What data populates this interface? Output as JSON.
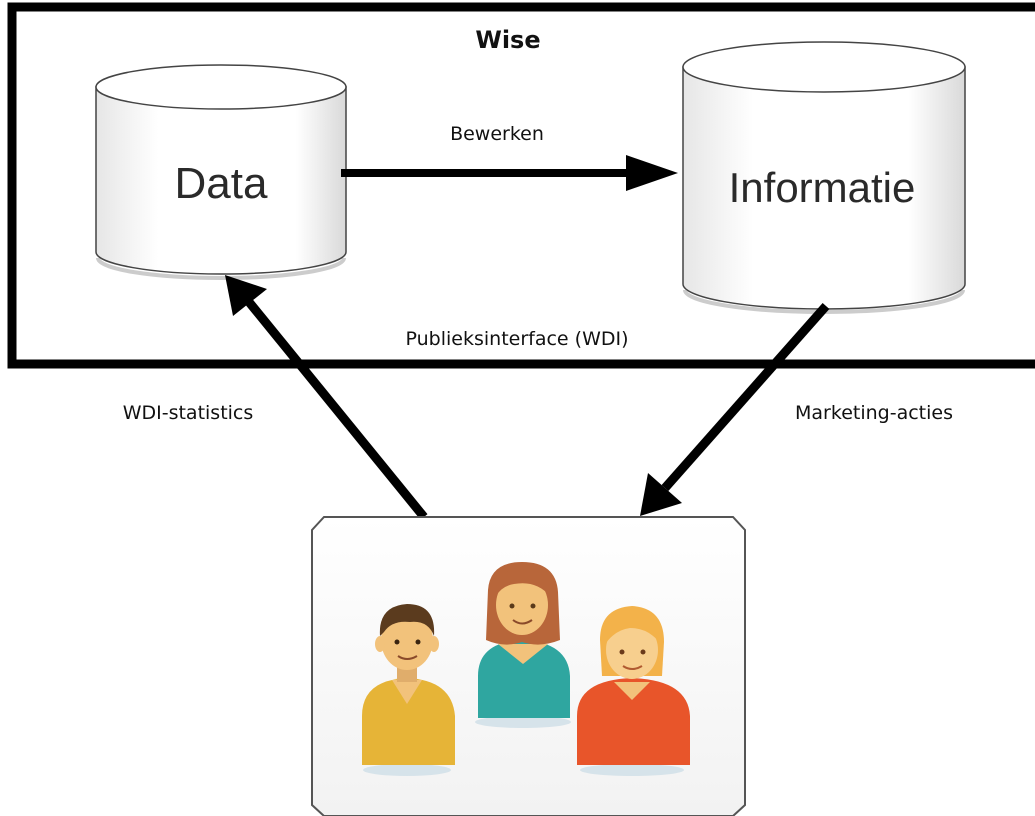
{
  "system": {
    "title": "Wise"
  },
  "nodes": {
    "data": {
      "label": "Data"
    },
    "informatie": {
      "label": "Informatie"
    },
    "users": {
      "icon": "people-group-icon"
    }
  },
  "edges": {
    "bewerken": {
      "label": "Bewerken"
    },
    "publieksinterface": {
      "label": "Publieksinterface (WDI)"
    },
    "wdi_statistics": {
      "label": "WDI-statistics"
    },
    "marketing_acties": {
      "label": "Marketing-acties"
    }
  },
  "colors": {
    "border": "#000000",
    "cylinder_fill": "#ffffff",
    "person_left_shirt": "#e6b437",
    "person_middle_shirt": "#2fa6a0",
    "person_right_shirt": "#e8552a",
    "skin": "#f2c27b"
  }
}
